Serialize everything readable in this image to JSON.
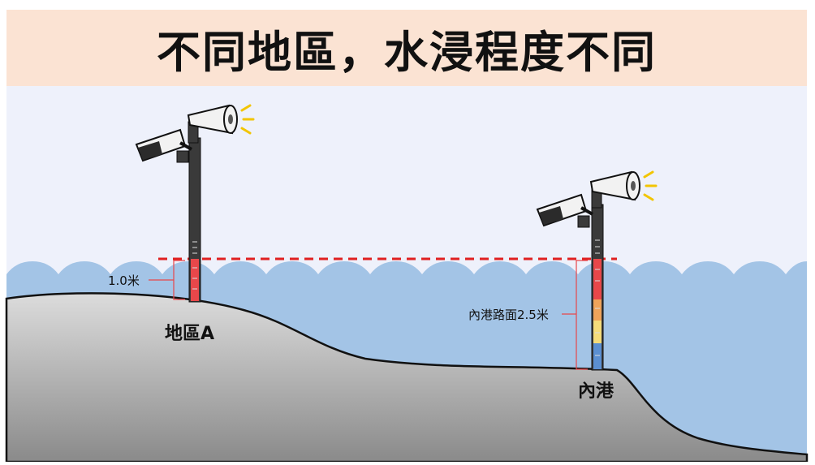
{
  "title": "不同地區，水浸程度不同",
  "labels": {
    "depth_a": "1.0米",
    "region_a": "地區A",
    "depth_inner": "內港路面2.5米",
    "region_inner": "內港"
  },
  "colors": {
    "sky": "#eef1fb",
    "title_band": "#fbe3d3",
    "water": "#a3c4e6",
    "ground_top": "#dcdcdc",
    "ground_bottom": "#8a8a8a",
    "flood_line": "#e02020",
    "depth_marker": "#e8474a",
    "pole": "#3a3a3a"
  },
  "icons": [
    "camera-icon",
    "megaphone-icon",
    "flood-gauge-icon"
  ]
}
